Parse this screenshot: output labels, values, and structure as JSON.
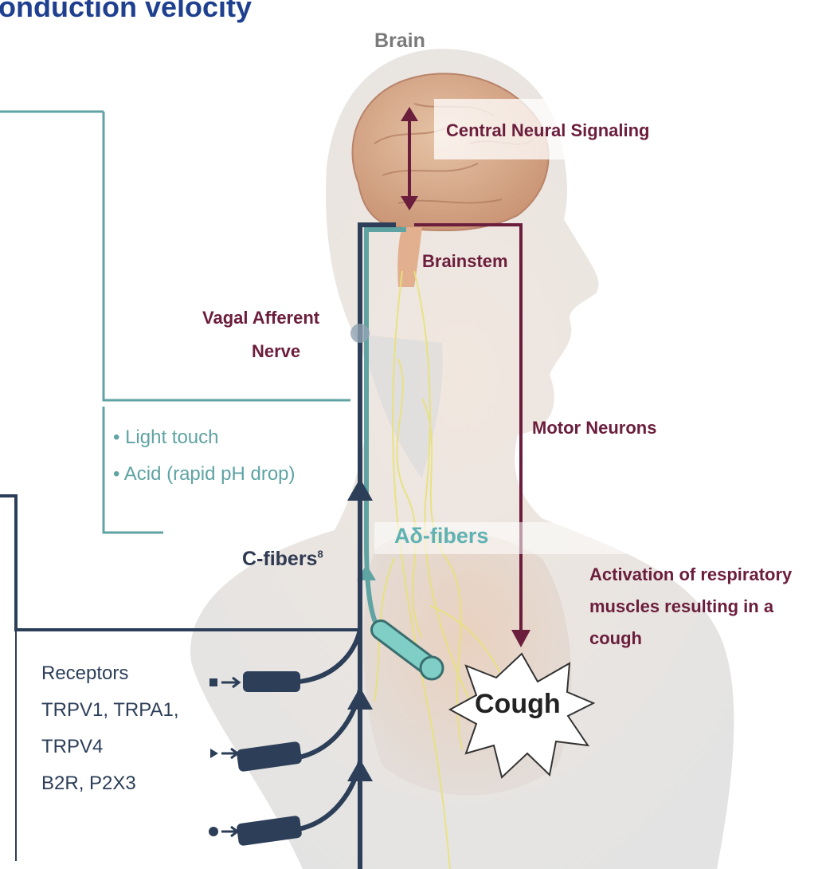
{
  "title": "onduction velocity",
  "labels": {
    "brain": "Brain",
    "central_neural_signaling": "Central Neural Signaling",
    "brainstem": "Brainstem",
    "vagal_afferent_nerve_line1": "Vagal Afferent",
    "vagal_afferent_nerve_line2": "Nerve",
    "motor_neurons": "Motor Neurons",
    "a_delta_fibers": "Aδ-fibers",
    "c_fibers": "C-fibers",
    "c_fibers_ref": "8",
    "activation_line1": "Activation of respiratory",
    "activation_line2": "muscles resulting in a",
    "activation_line3": "cough",
    "cough": "Cough"
  },
  "a_delta_stimuli": [
    "• Light touch",
    "• Acid (rapid pH drop)"
  ],
  "receptors": {
    "heading": "Receptors",
    "lines": [
      "TRPV1, TRPA1,",
      "TRPV4",
      "B2R, P2X3"
    ]
  },
  "colors": {
    "title": "#1f3f8f",
    "teal": "#5fa3a3",
    "navy": "#2c3e58",
    "maroon": "#6b1d3c"
  }
}
